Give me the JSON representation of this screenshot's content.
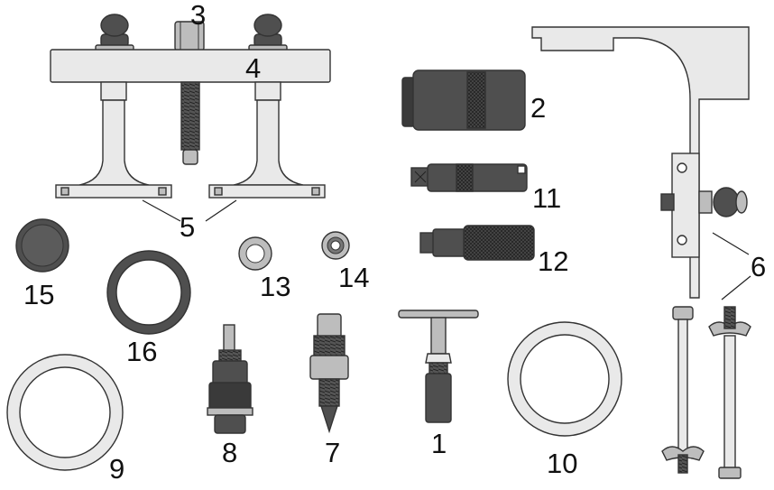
{
  "labels": {
    "p1": "1",
    "p2": "2",
    "p3": "3",
    "p4": "4",
    "p5": "5",
    "p6": "6",
    "p7": "7",
    "p8": "8",
    "p9": "9",
    "p10": "10",
    "p11": "11",
    "p12": "12",
    "p13": "13",
    "p14": "14",
    "p15": "15",
    "p16": "16"
  },
  "colors": {
    "background": "#ffffff",
    "part_light": "#e9e9e9",
    "part_mid": "#bdbdbd",
    "part_dark": "#4f4f4f",
    "outline": "#333333",
    "label_text": "#111111"
  }
}
